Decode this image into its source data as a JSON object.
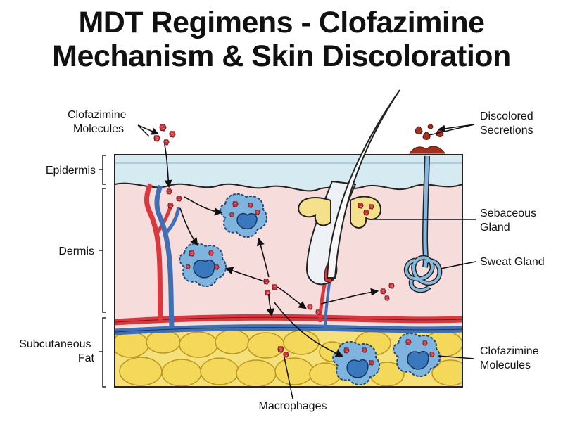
{
  "title": {
    "line1": "MDT Regimens - Clofazimine",
    "line2": "Mechanism & Skin Discoloration"
  },
  "labels": {
    "clofazimine_top": [
      "Clofazimine",
      "Molecules"
    ],
    "discolored_secretions": [
      "Discolored",
      "Secretions"
    ],
    "epidermis": "Epidermis",
    "dermis": "Dermis",
    "subcutaneous_fat": [
      "Subcutaneous",
      "Fat"
    ],
    "sebaceous_gland": [
      "Sebaceous",
      "Gland"
    ],
    "sweat_gland": "Sweat Gland",
    "clofazimine_bottom": [
      "Clofazimine",
      "Molecules"
    ],
    "macrophages": "Macrophages"
  },
  "colors": {
    "epidermis": "#d6eaf2",
    "dermis": "#f7dcdc",
    "fat": "#f6e07a",
    "artery": "#d9383e",
    "vein": "#3f6fb5",
    "macrophage": "#7fb4de",
    "nucleus": "#3a78bd",
    "molecule": "#c8323c",
    "sebaceous": "#f5e08c",
    "sweat_gland": "#86b7dc",
    "secretion": "#a0301f"
  }
}
